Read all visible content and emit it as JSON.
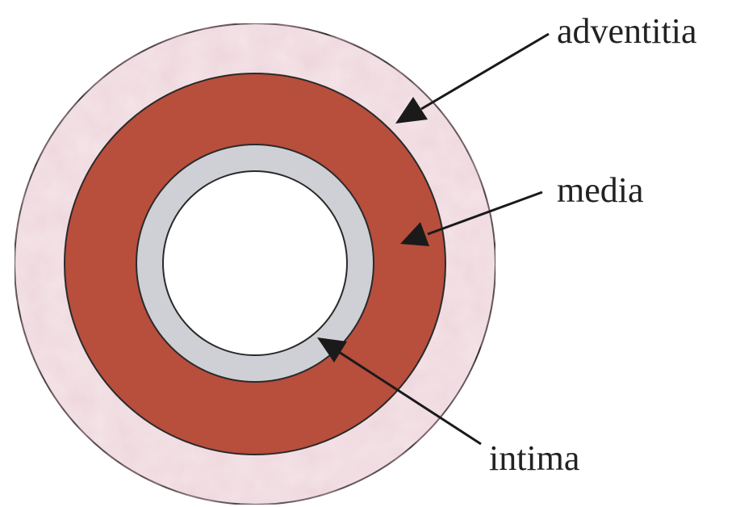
{
  "diagram": {
    "labels": {
      "adventitia": "adventitia",
      "media": "media",
      "intima": "intima"
    },
    "colors": {
      "background": "#ffffff",
      "adventitia": "#f3e2e6",
      "media": "#b84e3c",
      "intima": "#cfcfd6",
      "lumen": "#ffffff",
      "outline": "#2a2a2a",
      "text": "#222222",
      "arrow": "#1a1a1a"
    }
  }
}
